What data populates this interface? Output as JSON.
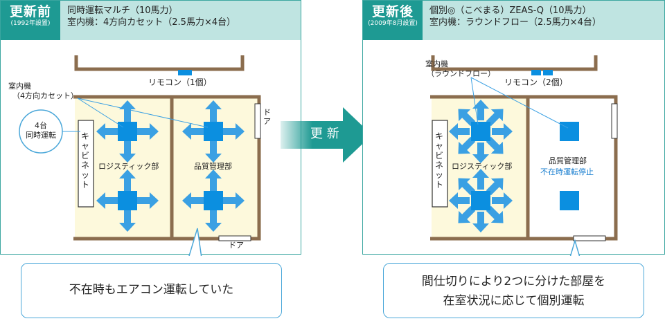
{
  "before": {
    "tag_title": "更新前",
    "tag_sub": "(1992年設置)",
    "desc_line1": "同時運転マルチ（10馬力）",
    "desc_line2": "室内機：4方向カセット（2.5馬力×4台）",
    "indoor_label_1": "室内機",
    "indoor_label_2": "（4方向カセット）",
    "remote_label": "リモコン（1個）",
    "simul_1": "4台",
    "simul_2": "同時運転",
    "cabinet": "キャビネット",
    "room_logistics": "ロジスティック部",
    "room_quality": "品質管理部",
    "door_right": "ドア",
    "door_bottom": "ドア",
    "bubble_text": "不在時もエアコン運転していた"
  },
  "arrow_label": "更 新",
  "after": {
    "tag_title": "更新後",
    "tag_sub": "(2009年8月設置)",
    "desc_line1": "個別◎（こべまる）ZEAS-Q（10馬力）",
    "desc_line2": "室内機：ラウンドフロー（2.5馬力×4台）",
    "indoor_label_1": "室内機",
    "indoor_label_2": "（ラウンドフロー）",
    "remote_label": "リモコン（2個）",
    "cabinet": "キャビネット",
    "room_logistics": "ロジスティック部",
    "room_quality": "品質管理部",
    "room_quality_note": "不在時運転停止",
    "bubble_line1": "間仕切りにより2つに分けた部屋を",
    "bubble_line2": "在室状況に応じて個別運転"
  },
  "colors": {
    "teal": "#1e9a93",
    "teal_light": "#bfe4e1",
    "wall": "#8b6d4e",
    "room_fill": "#fdf9dc",
    "unit_blue": "#0b8fe0",
    "note_blue": "#1a7fd0"
  }
}
